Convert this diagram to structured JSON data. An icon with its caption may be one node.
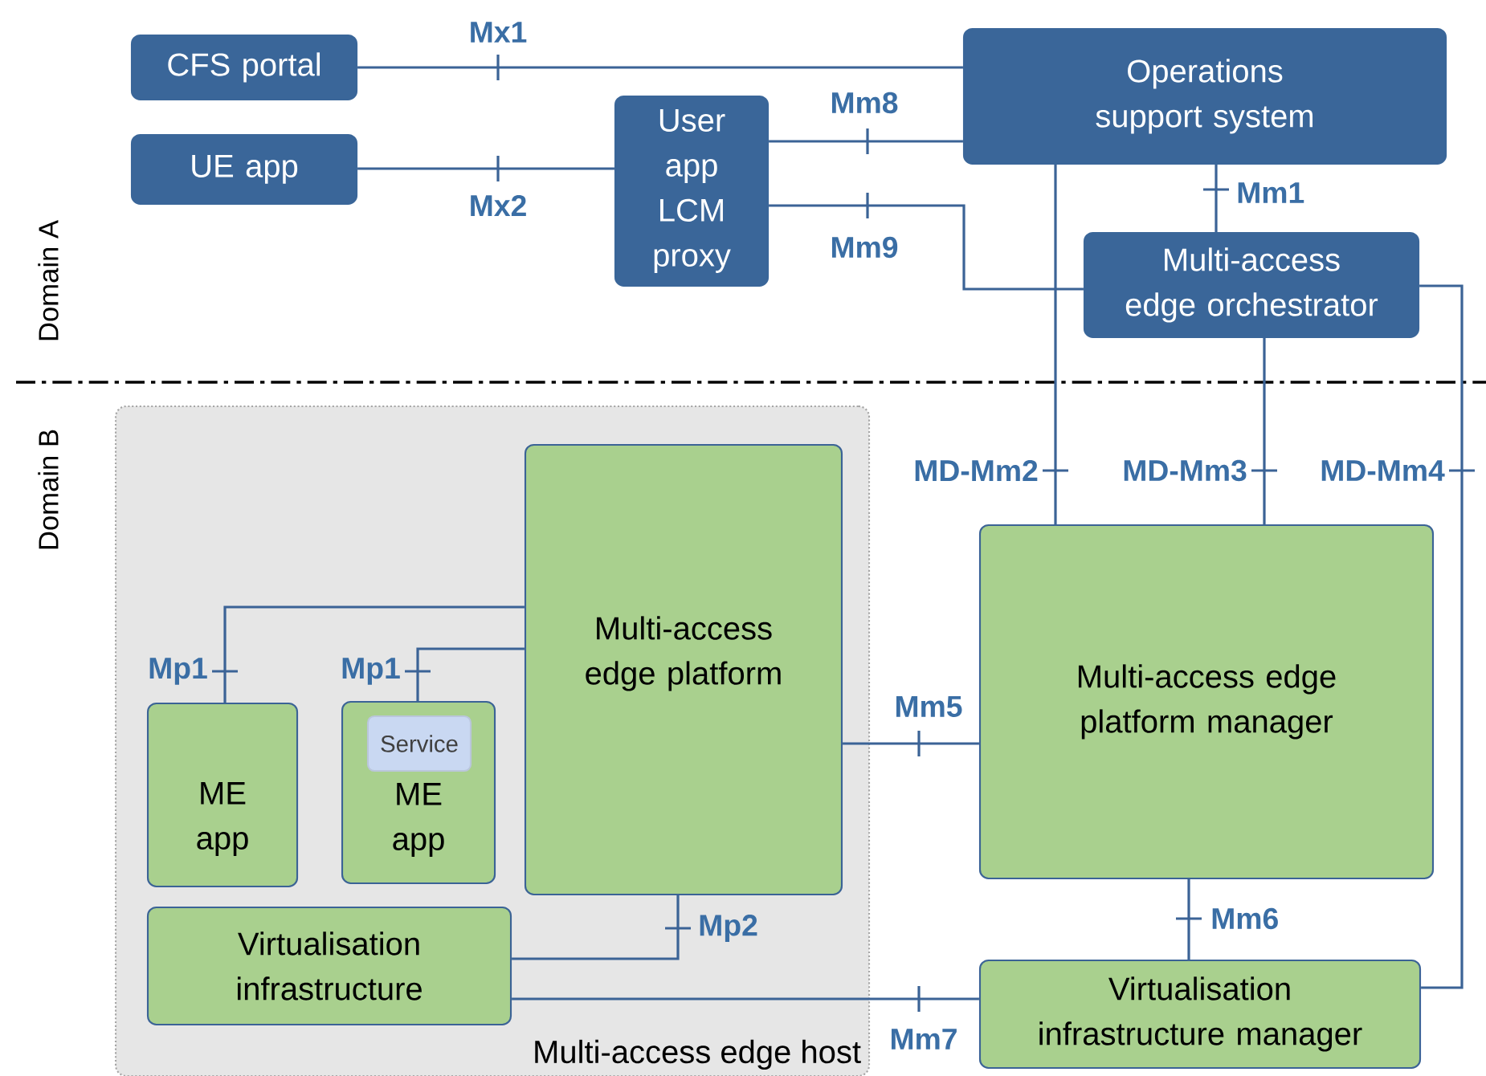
{
  "diagram": {
    "nodes": [
      {
        "text": [
          "CFS portal"
        ]
      },
      {
        "text": [
          "UE app"
        ]
      },
      {
        "text": [
          "User app LCM proxy"
        ]
      },
      {
        "text": [
          "Operations support system"
        ]
      },
      {
        "text": [
          "Multi-access edge orchestrator"
        ]
      },
      {
        "text": [
          "Multi-access edge host"
        ]
      },
      {
        "text": [
          "Multi-access edge platform"
        ],
        "in": 5
      },
      {
        "text": [
          "ME app"
        ],
        "in": 5
      },
      {
        "text": [
          "ME app"
        ],
        "in": 5
      },
      {
        "text": [
          "Service"
        ],
        "in": 8
      },
      {
        "text": [
          "Virtualisation infrastructure"
        ],
        "in": 5
      },
      {
        "text": [
          "Multi-access edge platform manager"
        ]
      },
      {
        "text": [
          "Virtualisation infrastructure manager"
        ]
      }
    ],
    "edges": [
      {
        "from": 0,
        "to": 3,
        "arrow": "none",
        "label": "Mx1"
      },
      {
        "from": 1,
        "to": 2,
        "arrow": "none",
        "label": "Mx2"
      },
      {
        "from": 2,
        "to": 3,
        "arrow": "none",
        "label": "Mm8"
      },
      {
        "from": 2,
        "to": 4,
        "arrow": "none",
        "label": "Mm9"
      },
      {
        "from": 3,
        "to": 4,
        "arrow": "none",
        "label": "Mm1"
      },
      {
        "from": 3,
        "to": 11,
        "arrow": "none",
        "label": "MD-Mm2"
      },
      {
        "from": 4,
        "to": 11,
        "arrow": "none",
        "label": "MD-Mm3"
      },
      {
        "from": 4,
        "to": 12,
        "arrow": "none",
        "label": "MD-Mm4"
      },
      {
        "from": 6,
        "to": 7,
        "arrow": "none",
        "label": "Mp1"
      },
      {
        "from": 6,
        "to": 8,
        "arrow": "none",
        "label": "Mp1"
      },
      {
        "from": 6,
        "to": 10,
        "arrow": "none",
        "label": "Mp2"
      },
      {
        "from": 6,
        "to": 11,
        "arrow": "none",
        "label": "Mm5"
      },
      {
        "from": 11,
        "to": 12,
        "arrow": "none",
        "label": "Mm6"
      },
      {
        "from": 10,
        "to": 12,
        "arrow": "none",
        "label": "Mm7"
      }
    ],
    "labels": [
      "Domain A",
      "Domain B"
    ]
  }
}
